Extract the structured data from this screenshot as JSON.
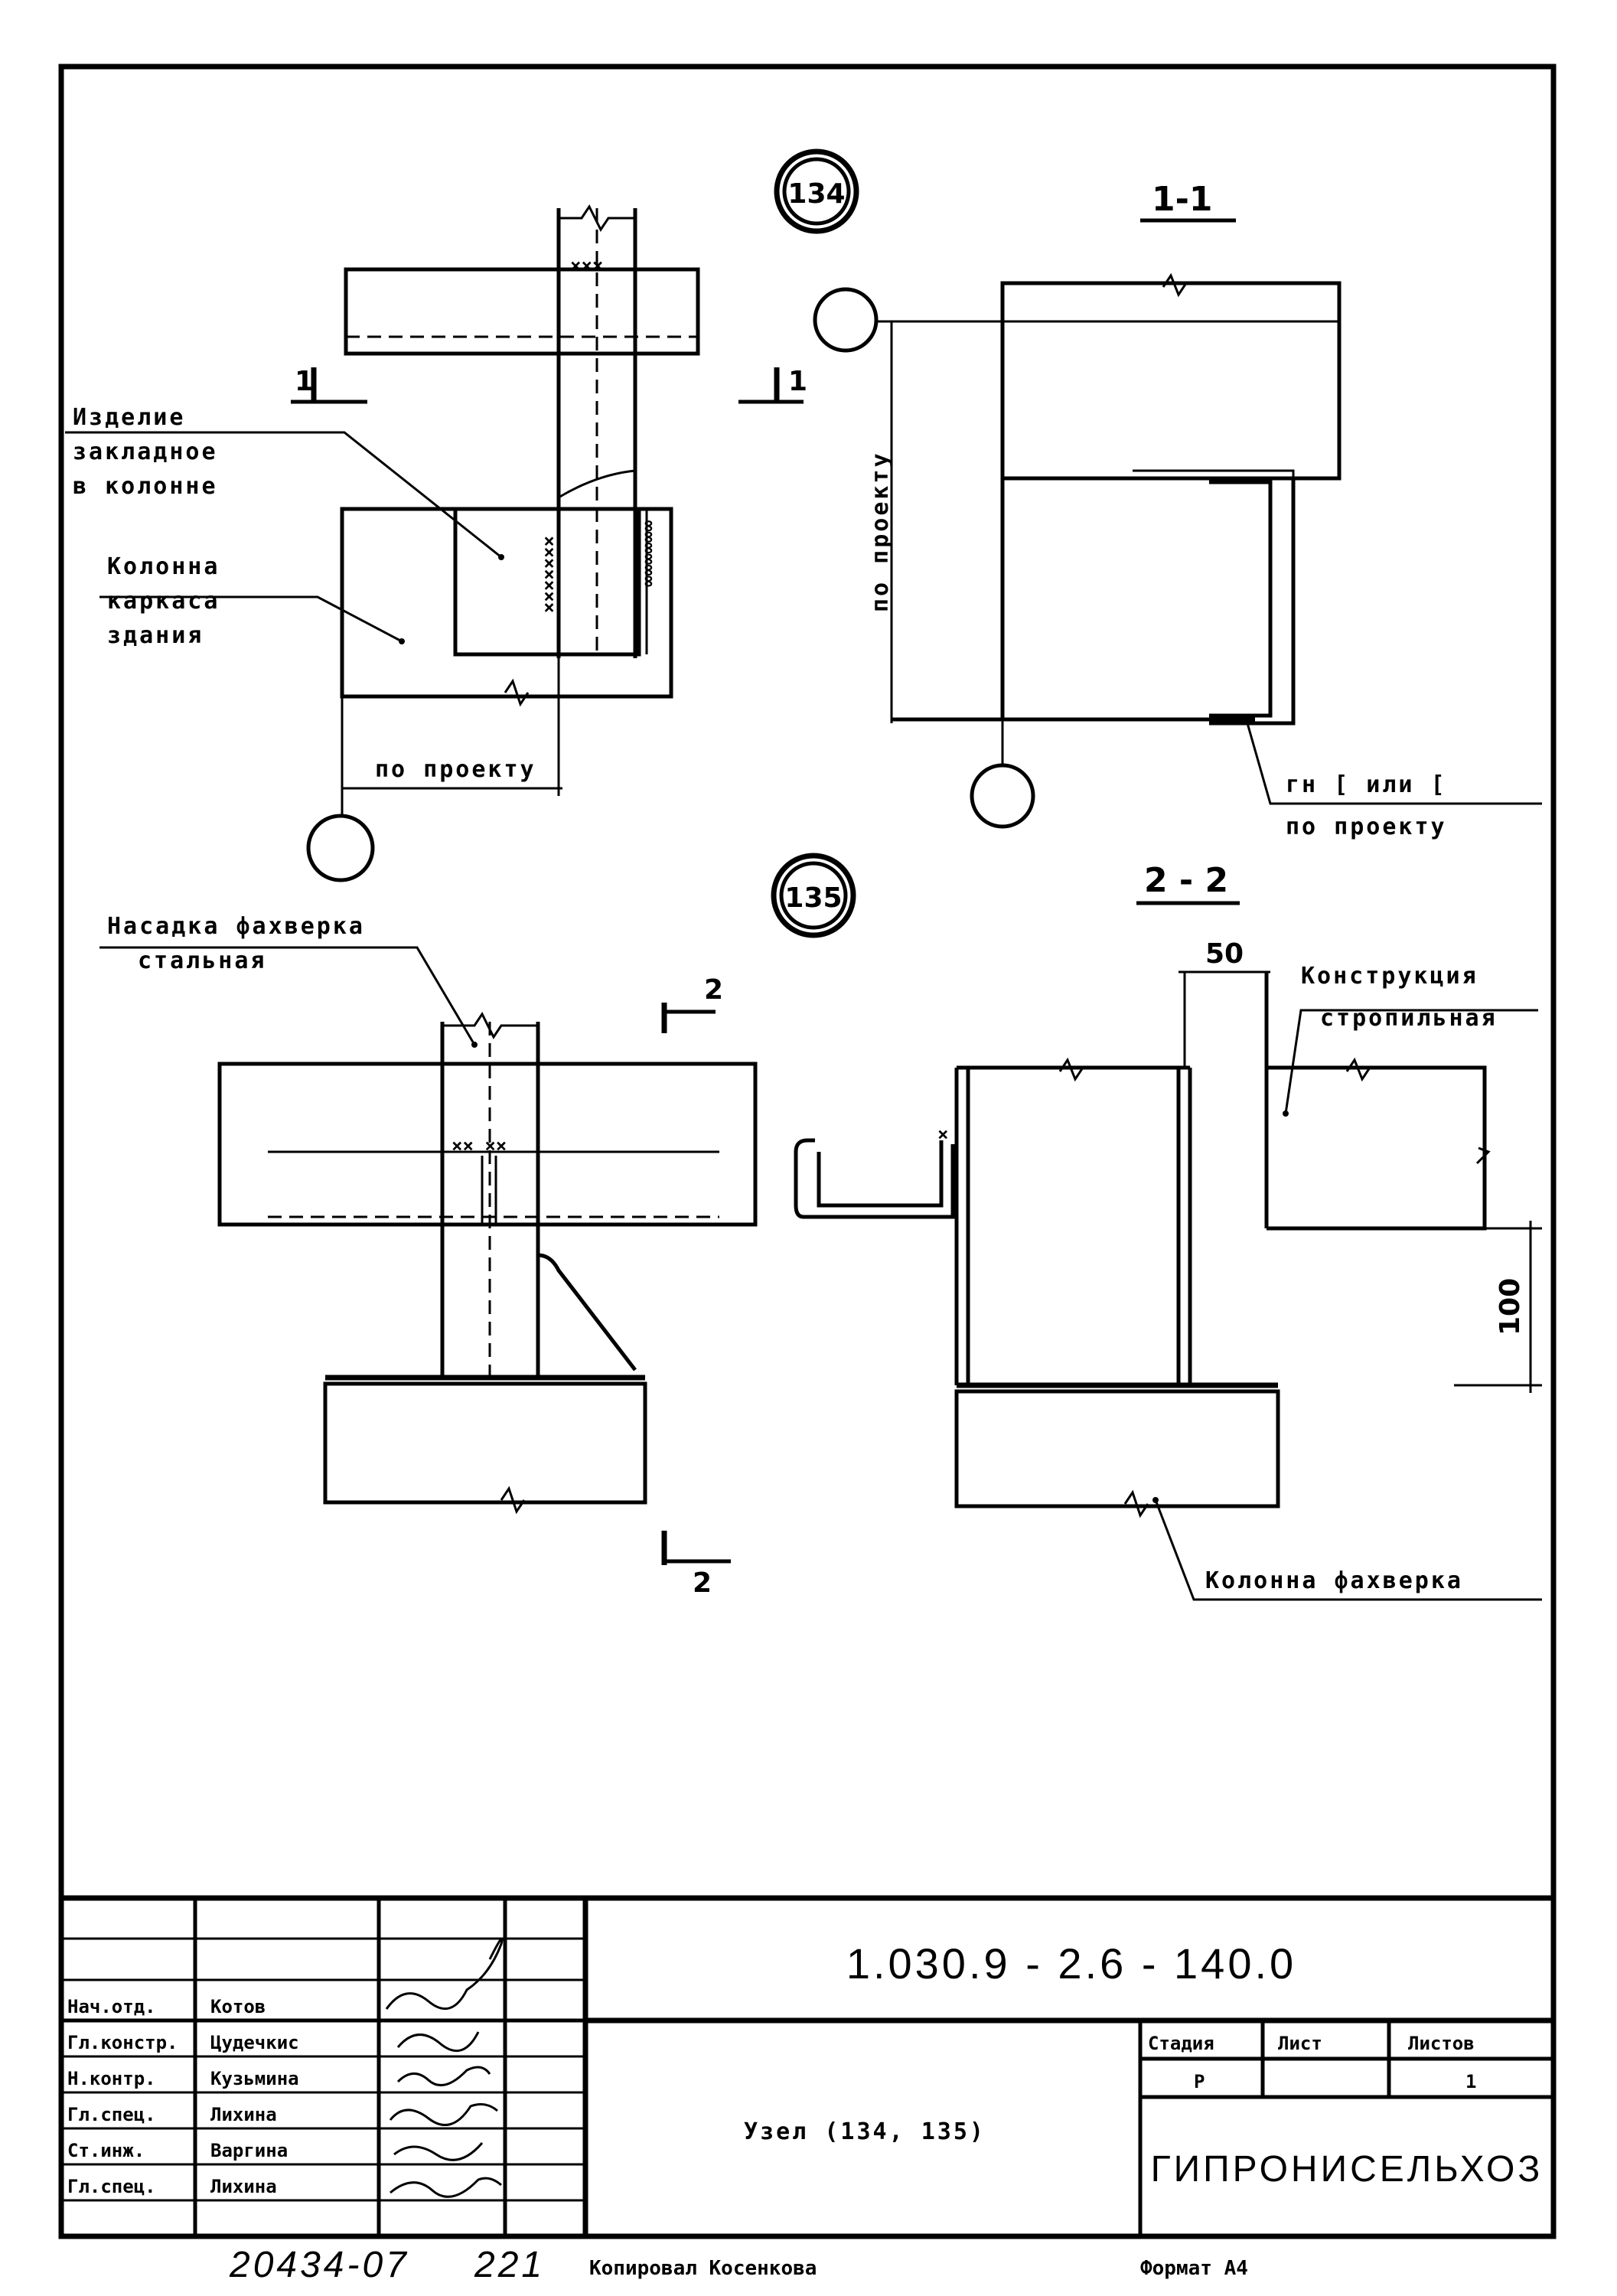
{
  "node_134": {
    "callout": "134",
    "section_marker": "1",
    "labels": {
      "embedded_part": [
        "Изделие",
        "закладное",
        "в колонне"
      ],
      "column": [
        "Колонна",
        "каркаса",
        "здания"
      ],
      "dimension": "по проекту"
    }
  },
  "section_1_1": {
    "title": "1-1",
    "vertical_dimension": "по проекту",
    "profile_label": [
      "гн [ или [",
      "по проекту"
    ]
  },
  "node_135": {
    "callout": "135",
    "section_marker": "2",
    "label_top": [
      "Насадка фахверка",
      "стальная"
    ]
  },
  "section_2_2": {
    "title": "2 - 2",
    "dim_top": "50",
    "dim_side": "100",
    "label_construction": [
      "Конструкция",
      "стропильная"
    ],
    "label_column": "Колонна фахверка"
  },
  "title_block": {
    "document_code": "1.030.9 - 2.6 - 140.0",
    "title": "Узел (134, 135)",
    "stage_header": "Стадия",
    "sheet_header": "Лист",
    "sheets_header": "Листов",
    "stage_value": "Р",
    "sheet_value": "",
    "sheets_value": "1",
    "organization": "ГИПРОНИСЕЛЬХОЗ",
    "staff": [
      {
        "role": "Нач.отд.",
        "name": "Котов"
      },
      {
        "role": "Гл.констр.",
        "name": "Цудечкис"
      },
      {
        "role": "Н.контр.",
        "name": "Кузьмина"
      },
      {
        "role": "Гл.спец.",
        "name": "Лихина"
      },
      {
        "role": "Ст.инж.",
        "name": "Варгина"
      },
      {
        "role": "Гл.спец.",
        "name": "Лихина"
      }
    ]
  },
  "footer": {
    "number": "20434-07",
    "page": "221",
    "copied_by": "Копировал Косенкова",
    "format": "Формат А4"
  }
}
